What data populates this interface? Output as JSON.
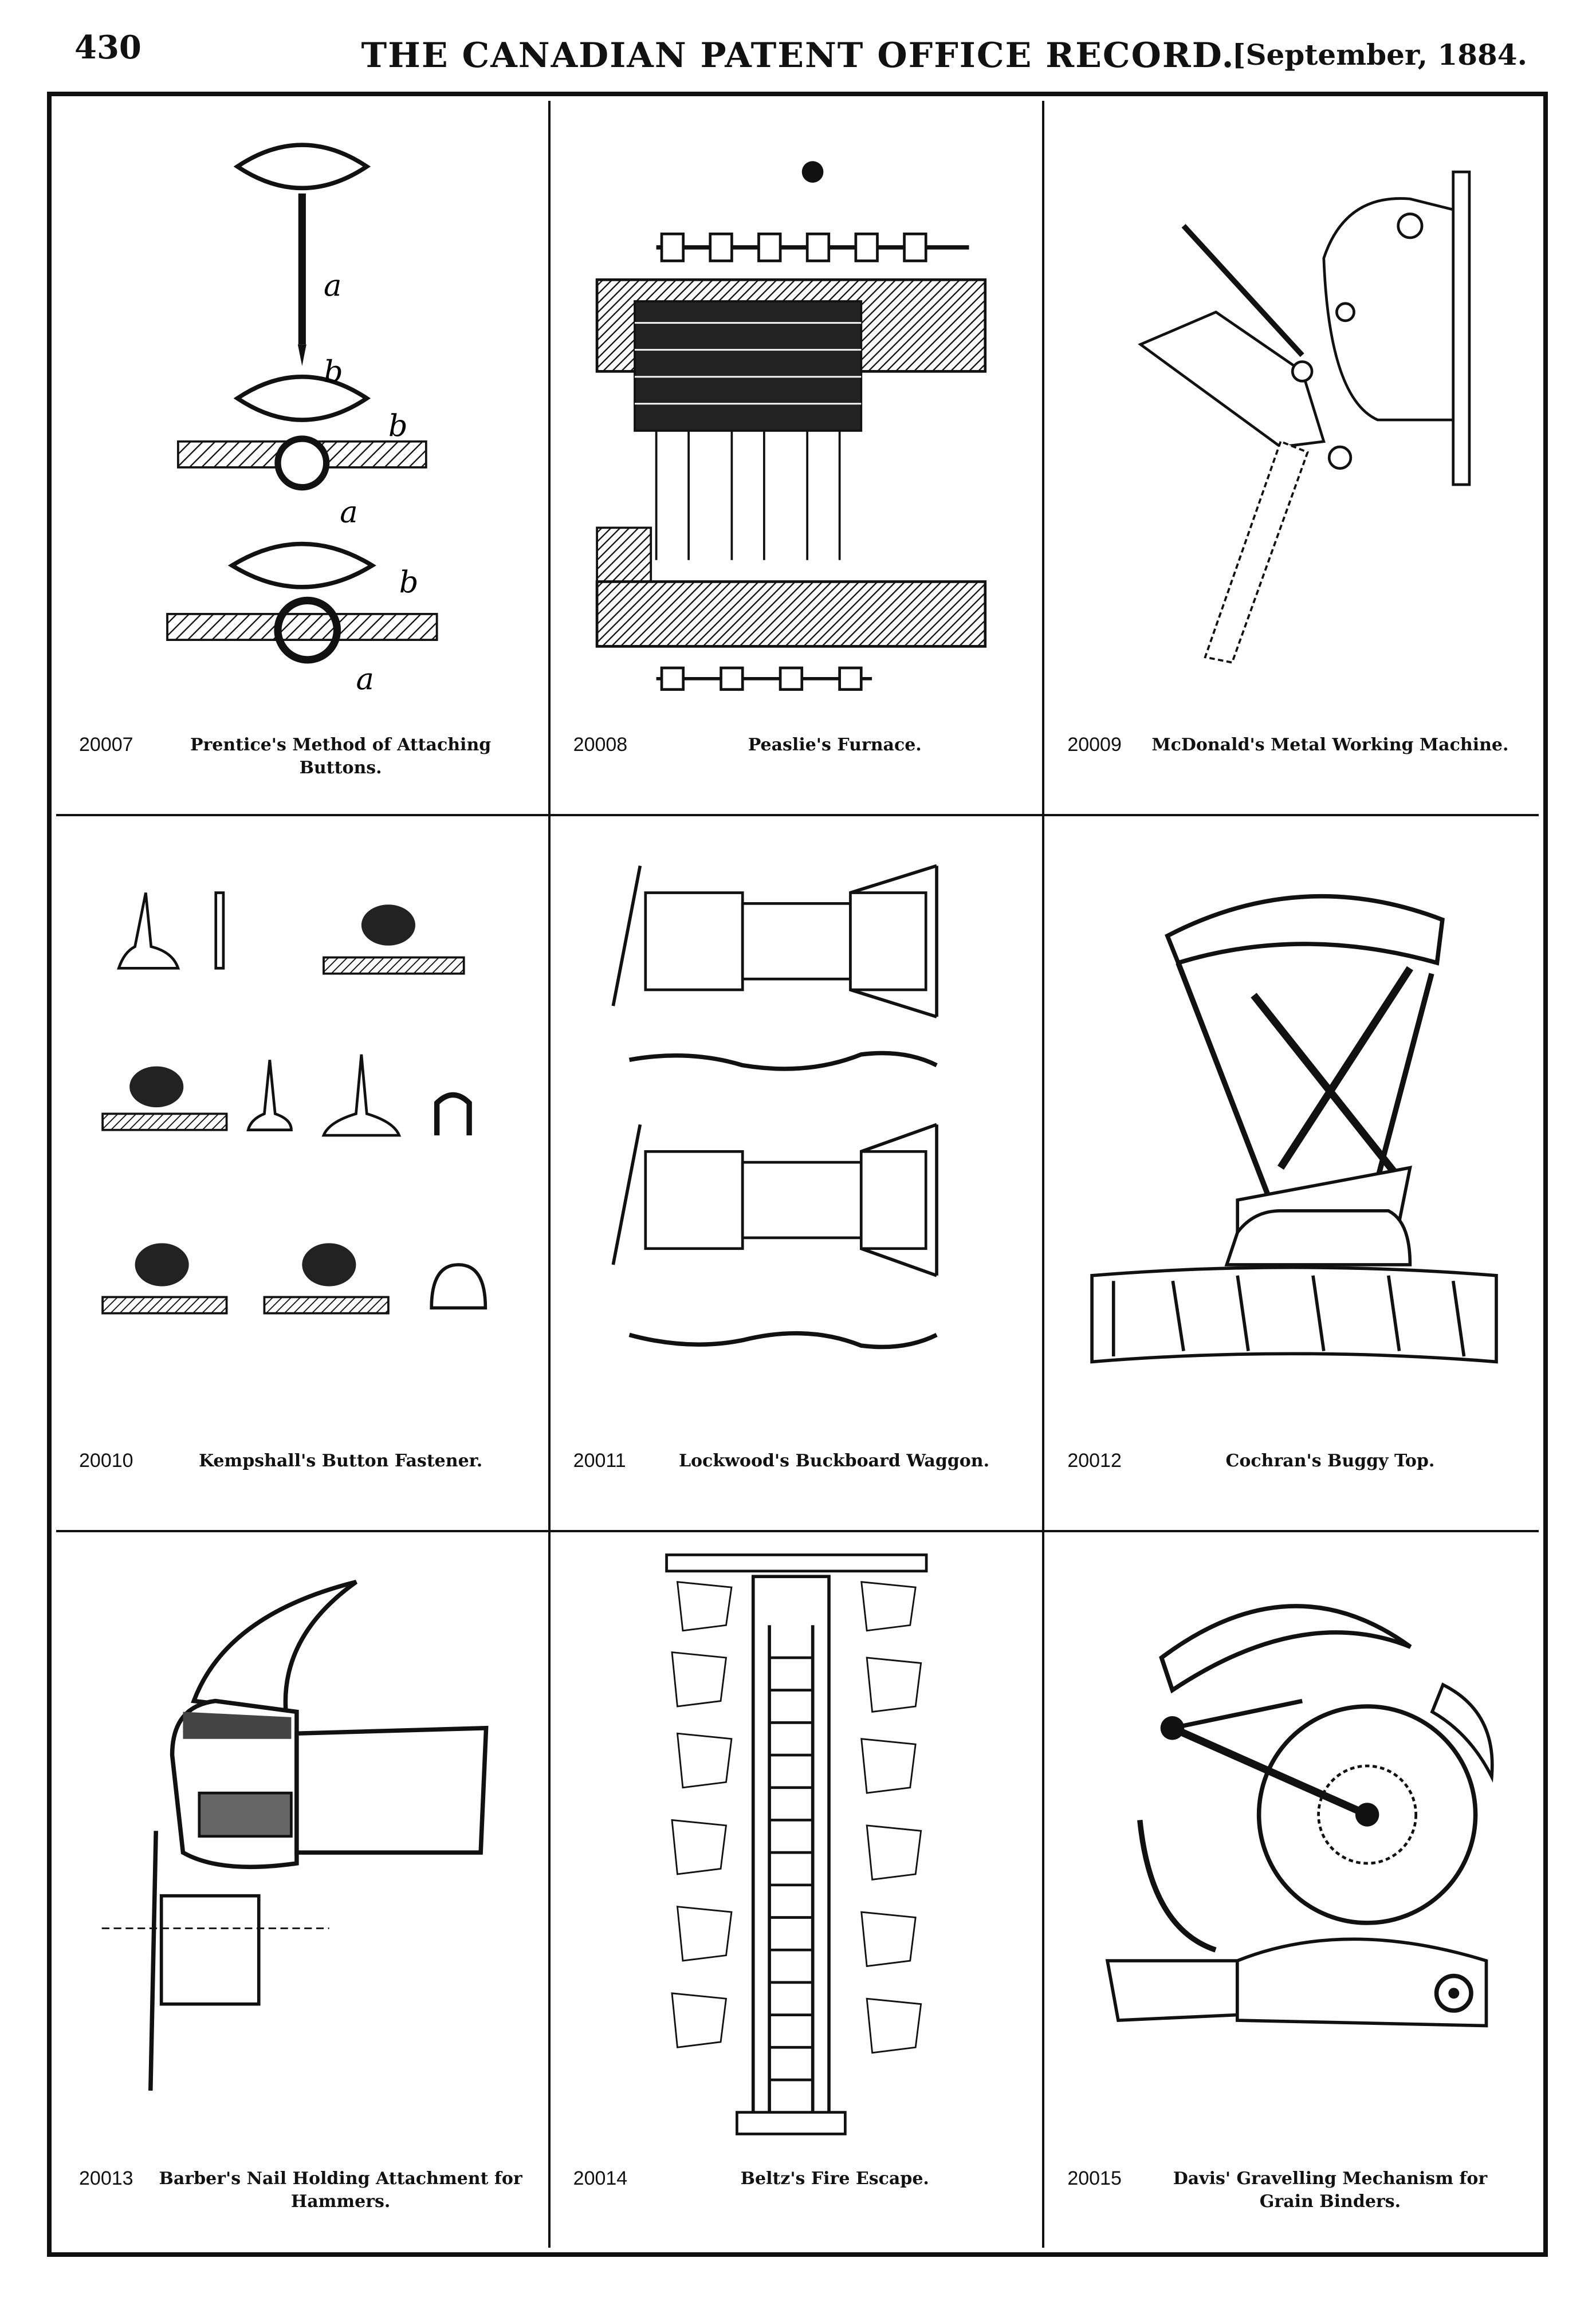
{
  "header": {
    "page_number": "430",
    "title": "THE CANADIAN PATENT OFFICE RECORD.",
    "date": "[September, 1884."
  },
  "patents": [
    {
      "number": "20007",
      "title": "Prentice's Method of Attaching Buttons."
    },
    {
      "number": "20008",
      "title": "Peaslie's Furnace."
    },
    {
      "number": "20009",
      "title": "McDonald's Metal Working Machine."
    },
    {
      "number": "20010",
      "title": "Kempshall's Button Fastener."
    },
    {
      "number": "20011",
      "title": "Lockwood's Buckboard Waggon."
    },
    {
      "number": "20012",
      "title": "Cochran's Buggy Top."
    },
    {
      "number": "20013",
      "title": "Barber's Nail Holding Attachment for Hammers."
    },
    {
      "number": "20014",
      "title": "Beltz's Fire Escape."
    },
    {
      "number": "20015",
      "title": "Davis' Gravelling Mechanism for Grain Binders."
    }
  ]
}
